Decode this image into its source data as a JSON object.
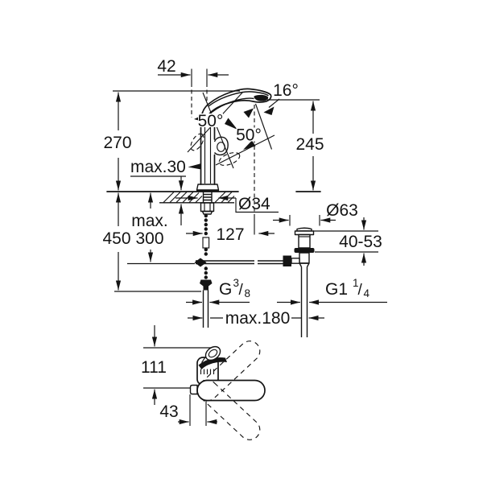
{
  "drawing": {
    "type": "technical-dimension-drawing",
    "colors": {
      "line": "#141414",
      "background": "#ffffff"
    },
    "labels": {
      "spout_offset": "42",
      "height_above_deck": "270",
      "spout_height": "245",
      "spout_angle": "16°",
      "handle_angle_left": "50°",
      "handle_angle_right": "50°",
      "deck_thickness": "max.30",
      "hole_diameter": "Ø34",
      "overall_height": "450",
      "hose_length_line1": "max.",
      "hose_length_line2": "300",
      "spout_reach": "127",
      "waste_flange_diameter": "Ø63",
      "waste_adjust_range": "40-53",
      "supply_thread_prefix": "G",
      "supply_thread_numerator": "3",
      "supply_thread_slash": "/",
      "supply_thread_denominator": "8",
      "waste_thread_prefix": "G1",
      "waste_thread_numerator": "1",
      "waste_thread_slash": "/",
      "waste_thread_denominator": "4",
      "max_mounting_distance": "max.180",
      "plan_depth": "111",
      "plan_offset": "43"
    }
  }
}
